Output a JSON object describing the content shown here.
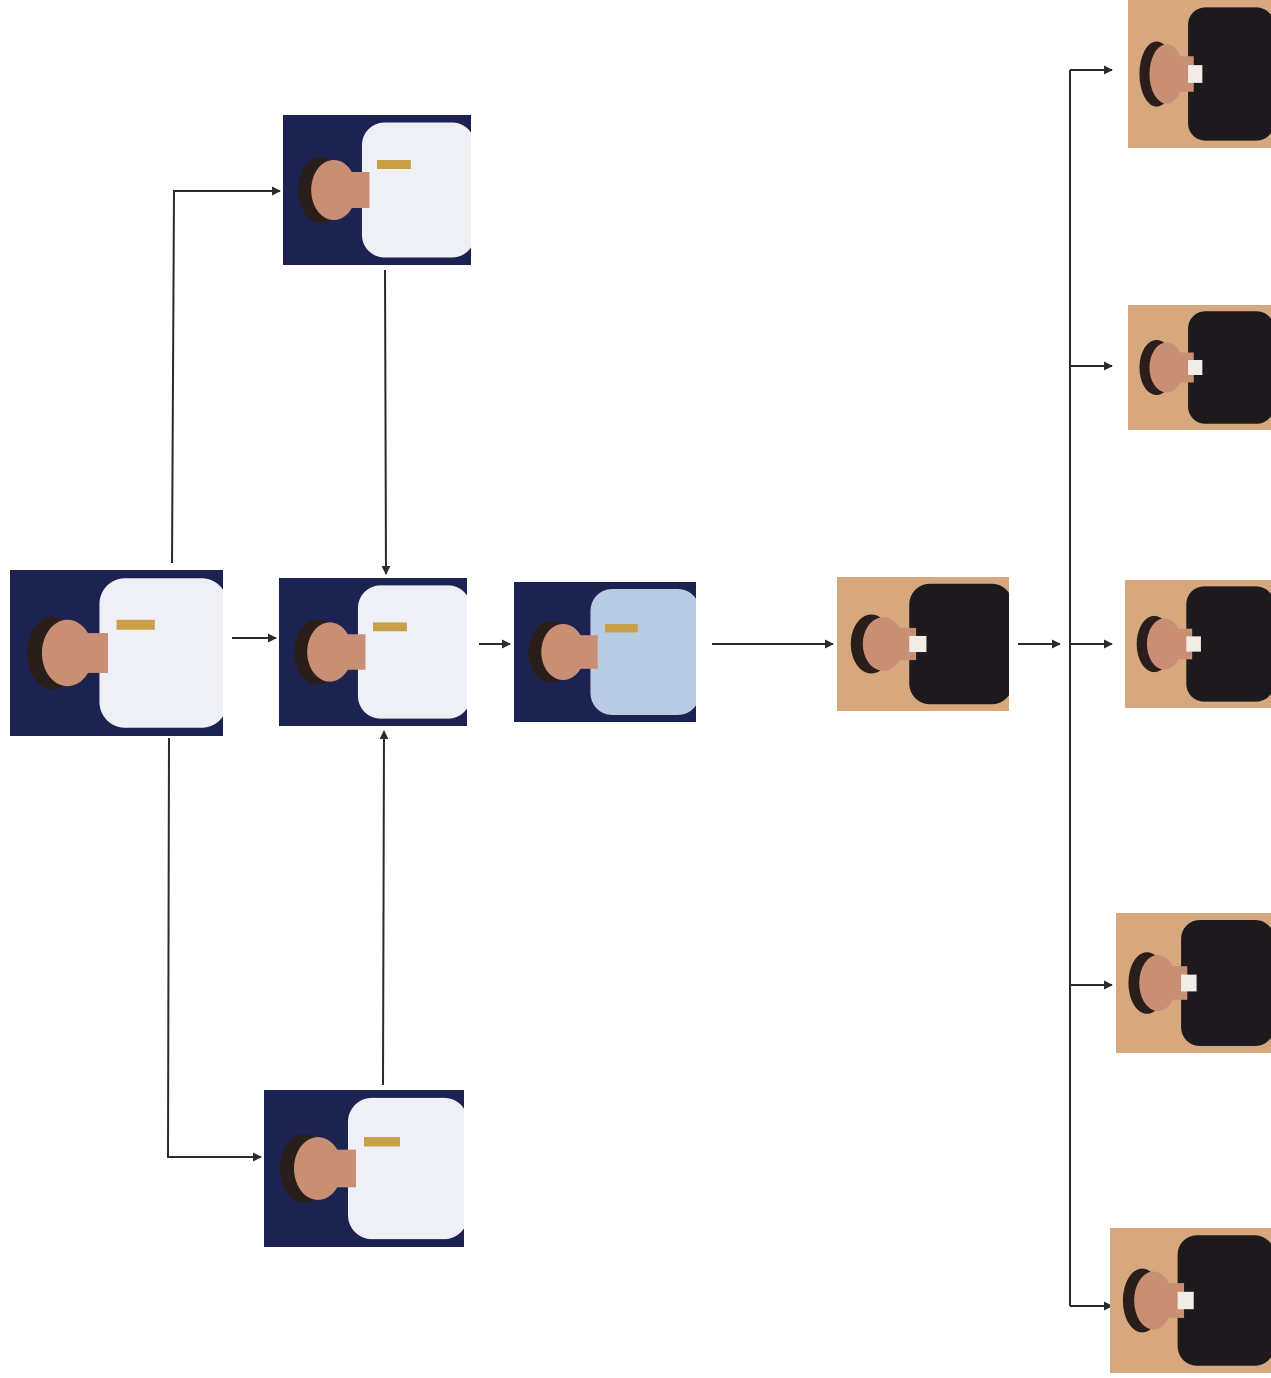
{
  "title": "",
  "nodes": [
    {
      "id": "top-officer",
      "kind": "photo",
      "background": "navy",
      "attire": "white-uniform"
    },
    {
      "id": "chief-officer",
      "kind": "photo",
      "background": "navy",
      "attire": "white-uniform"
    },
    {
      "id": "deputy-officer",
      "kind": "photo",
      "background": "navy",
      "attire": "white-uniform"
    },
    {
      "id": "bottom-officer",
      "kind": "photo",
      "background": "navy",
      "attire": "white-uniform"
    },
    {
      "id": "woman-official",
      "kind": "photo",
      "background": "navy",
      "attire": "light-blue"
    },
    {
      "id": "central-man",
      "kind": "photo",
      "background": "tan",
      "attire": "dark-suit"
    },
    {
      "id": "member-1",
      "kind": "photo",
      "background": "tan",
      "attire": "dark-suit"
    },
    {
      "id": "member-2",
      "kind": "photo",
      "background": "tan",
      "attire": "dark-suit"
    },
    {
      "id": "member-3",
      "kind": "photo",
      "background": "tan",
      "attire": "dark-suit"
    },
    {
      "id": "member-4",
      "kind": "photo",
      "background": "tan",
      "attire": "dark-suit"
    },
    {
      "id": "member-5",
      "kind": "photo",
      "background": "tan",
      "attire": "dark-suit"
    }
  ],
  "edges": [
    {
      "from": "chief-officer",
      "to": "top-officer"
    },
    {
      "from": "chief-officer",
      "to": "bottom-officer"
    },
    {
      "from": "chief-officer",
      "to": "deputy-officer"
    },
    {
      "from": "top-officer",
      "to": "deputy-officer"
    },
    {
      "from": "bottom-officer",
      "to": "deputy-officer"
    },
    {
      "from": "deputy-officer",
      "to": "woman-official"
    },
    {
      "from": "woman-official",
      "to": "central-man"
    },
    {
      "from": "central-man",
      "to": "member-1"
    },
    {
      "from": "central-man",
      "to": "member-2"
    },
    {
      "from": "central-man",
      "to": "member-3"
    },
    {
      "from": "central-man",
      "to": "member-4"
    },
    {
      "from": "central-man",
      "to": "member-5"
    }
  ],
  "colors": {
    "navy": "#1c2350",
    "tan": "#d7a77d",
    "white_uniform": "#eef0f6",
    "light_blue": "#b9cbe2",
    "dark_suit": "#1c1a1c",
    "skin": "#c98f74",
    "hair": "#2a1e1a",
    "line": "#2b2b2b"
  },
  "icons": {
    "arrow": "arrowhead-right"
  }
}
